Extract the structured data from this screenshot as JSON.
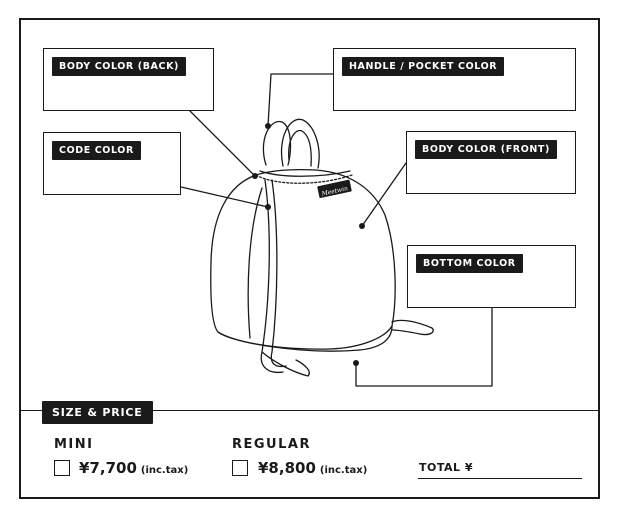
{
  "labels": {
    "body_back": "BODY COLOR (BACK)",
    "handle_pocket": "HANDLE / POCKET COLOR",
    "code": "CODE COLOR",
    "body_front": "BODY COLOR (FRONT)",
    "bottom": "BOTTOM COLOR"
  },
  "bag_logo": "Meetwin",
  "size_price": {
    "title": "SIZE & PRICE",
    "options": [
      {
        "name": "MINI",
        "price": "¥7,700",
        "tax": "(inc.tax)",
        "checked": false
      },
      {
        "name": "REGULAR",
        "price": "¥8,800",
        "tax": "(inc.tax)",
        "checked": false
      }
    ],
    "total_label": "TOTAL ¥"
  },
  "colors": {
    "ink": "#1a1a1a",
    "paper": "#ffffff"
  }
}
